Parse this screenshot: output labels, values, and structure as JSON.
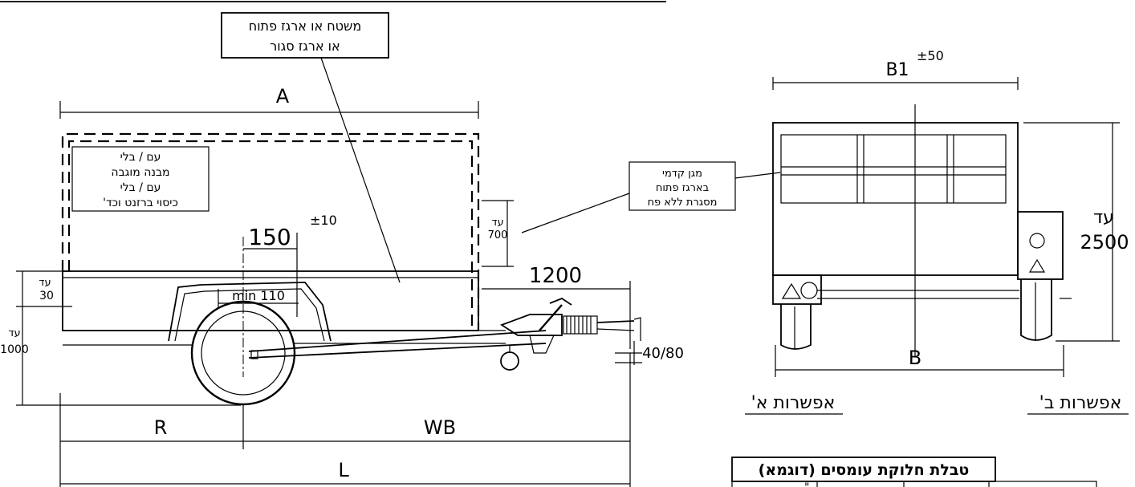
{
  "labels": {
    "body_type_1": "משטח או ארגז פתוח",
    "body_type_2": "או ארגז סגור",
    "dim_A": "A",
    "structure_1": "עם / בלי",
    "structure_2": "מבנה מוגבה",
    "structure_3": "עם / בלי",
    "structure_4": "כיסוי ברזנט וכד'",
    "side_up_to_1": "עד",
    "side_up_to_2": "700",
    "wheel_offset": "150",
    "wheel_offset_tol": "±10",
    "min_clearance": "min 110",
    "hitch_len": "1200",
    "up_to_30_a": "עד",
    "up_to_30_b": "30",
    "up_to_1000_a": "עד",
    "up_to_1000_b": "1000",
    "hitch_height": "40/80",
    "dim_R": "R",
    "dim_WB": "WB",
    "dim_L": "L",
    "front_guard_1": "מגן קדמי",
    "front_guard_2": "בארגז פתוח",
    "front_guard_3": "מסגרת ללא פח",
    "dim_B1": "B1",
    "dim_B1_tol": "±50",
    "dim_B": "B",
    "up_to_2500_a": "עד",
    "up_to_2500_b": "2500",
    "option_a": "אפשרות א'",
    "option_b": "אפשרות ב'",
    "table_title": "טבלת חלוקת עומסים (דוגמא)",
    "table_cell": "\""
  }
}
